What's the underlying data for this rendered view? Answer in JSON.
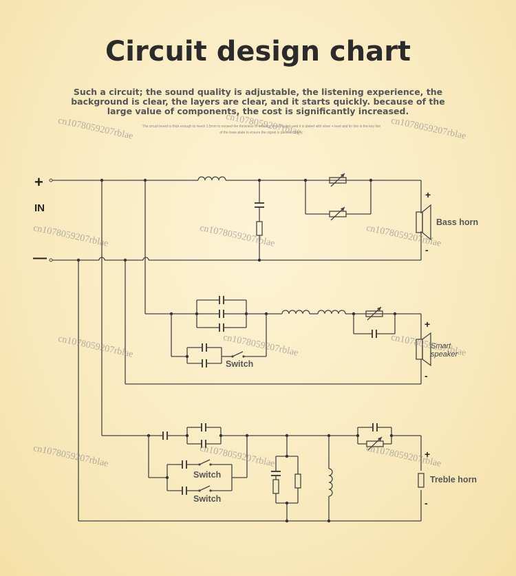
{
  "title": "Circuit design chart",
  "description": "Such a circuit; the sound quality is adjustable, the listening experience, the background is clear, the layers are clear, and it starts quickly. because of the large value of components, the cost is significantly increased.",
  "subnote_line1": "The circuit board is thick enough to reach 1.5mm to exceed the thickness of ordinary circuit board, and it is plated with silver + lead and tin line in the key line",
  "subnote_line2": "of the base plate to ensure the signal is passed clearly.",
  "watermark": "cn1078059207rblae",
  "input": {
    "plus": "+",
    "minus": "—",
    "label": "IN"
  },
  "outputs": {
    "bass": {
      "label": "Bass horn",
      "plus": "+",
      "minus": "-"
    },
    "smart": {
      "label": "Smart speaker",
      "plus": "+",
      "minus": "-"
    },
    "treble": {
      "label": "Treble horn",
      "plus": "+",
      "minus": "-"
    }
  },
  "switch_label": "Switch"
}
